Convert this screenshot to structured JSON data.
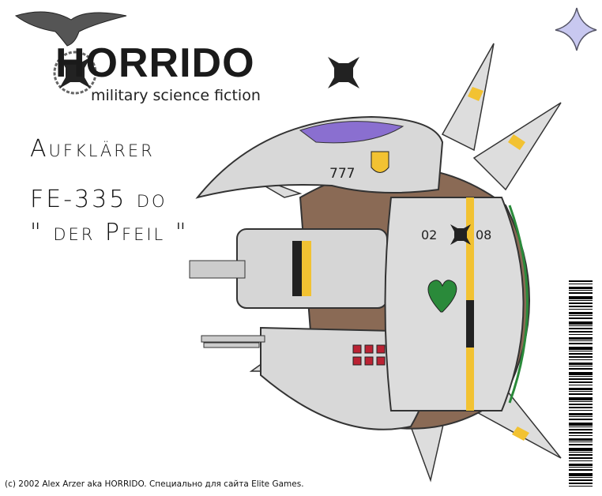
{
  "logo": {
    "word": "HORRIDO",
    "subtitle": "military science fiction"
  },
  "heading": {
    "type": "Aufklärer",
    "model": "FE-335 do",
    "name": "\" der Pfeil \""
  },
  "ship_markings": {
    "number": "777",
    "left_code": "02",
    "right_code": "08"
  },
  "footer": {
    "copyright": "(c) 2002 Alex Arzer aka HORRIDO. Специально для сайта Elite Games."
  },
  "colors": {
    "hull": "#d8d8d8",
    "frame": "#8a6a55",
    "stripe_yellow": "#f2c232",
    "stripe_black": "#222222",
    "canopy": "#8a6fd0"
  }
}
